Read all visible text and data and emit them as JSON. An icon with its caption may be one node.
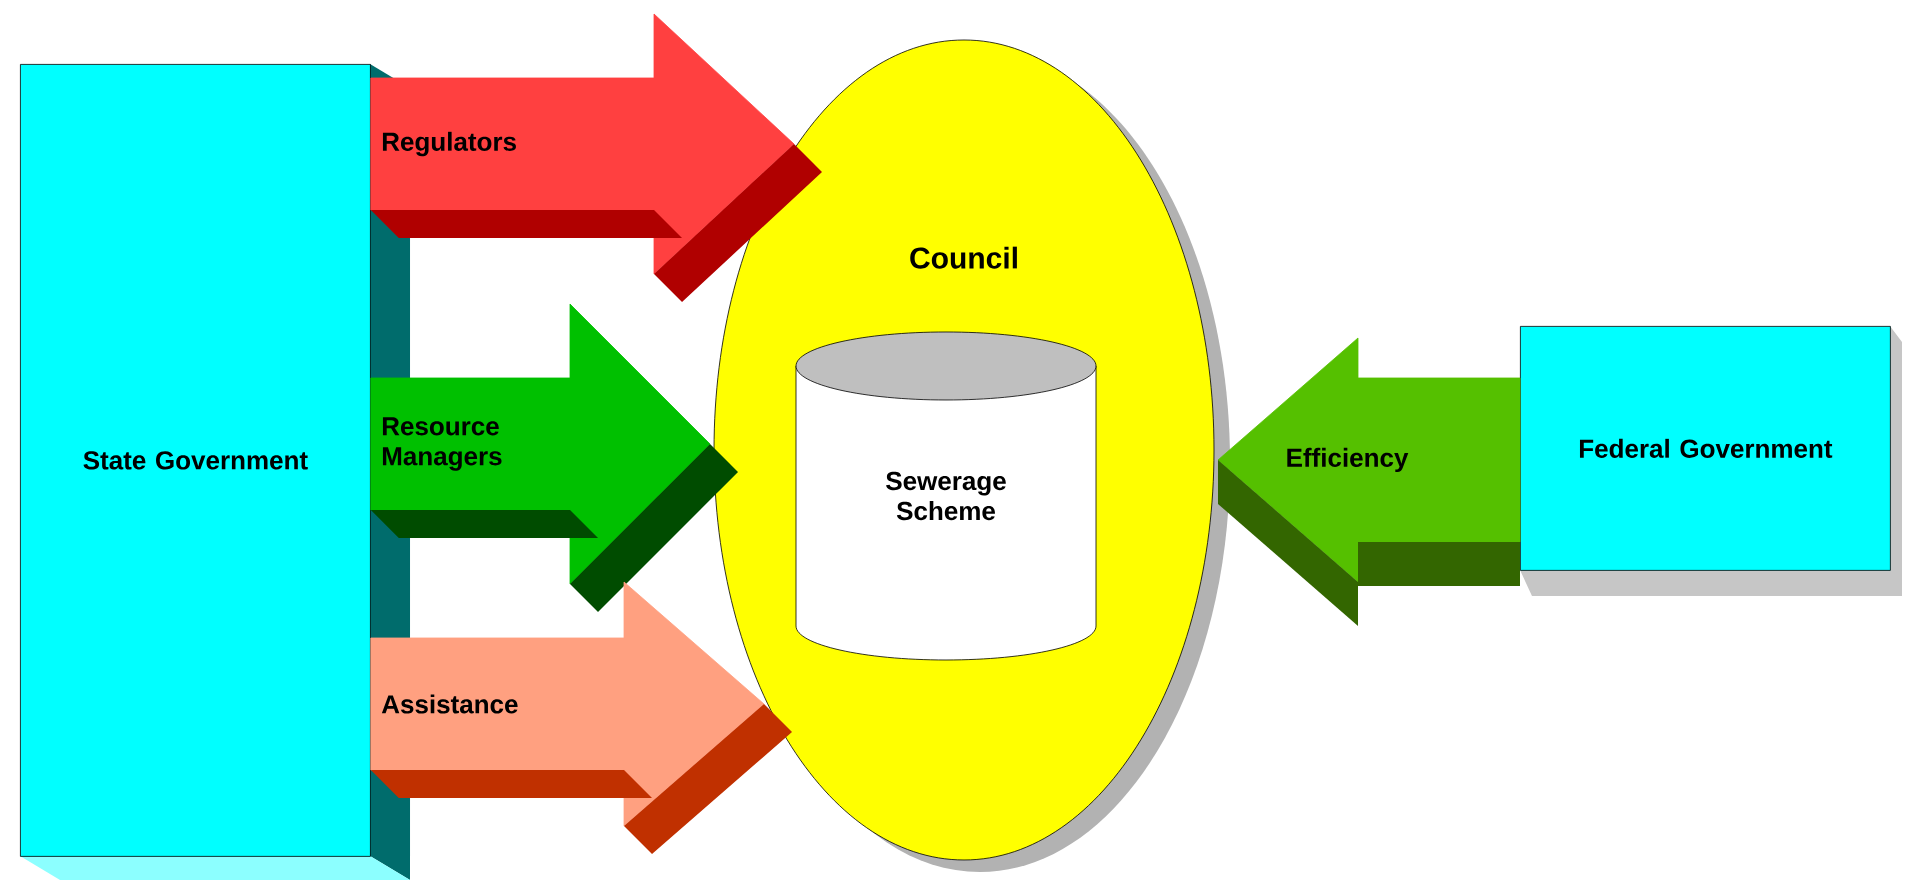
{
  "diagram": {
    "nodes": [
      {
        "text": [
          "State Government"
        ]
      },
      {
        "text": [
          "Council"
        ]
      },
      {
        "text": [
          "Sewerage Scheme"
        ],
        "in": 1
      },
      {
        "text": [
          "Federal Government"
        ]
      }
    ],
    "edges": [
      {
        "from": 0,
        "to": 1,
        "arrow": "to",
        "label": "Regulators",
        "color": "#ff4040"
      },
      {
        "from": 0,
        "to": 1,
        "arrow": "to",
        "label": "Resource Managers",
        "color": "#00c000"
      },
      {
        "from": 0,
        "to": 1,
        "arrow": "to",
        "label": "Assistance",
        "color": "#ffa080"
      },
      {
        "from": 3,
        "to": 1,
        "arrow": "to",
        "label": "Efficiency",
        "color": "#55c000"
      }
    ]
  }
}
